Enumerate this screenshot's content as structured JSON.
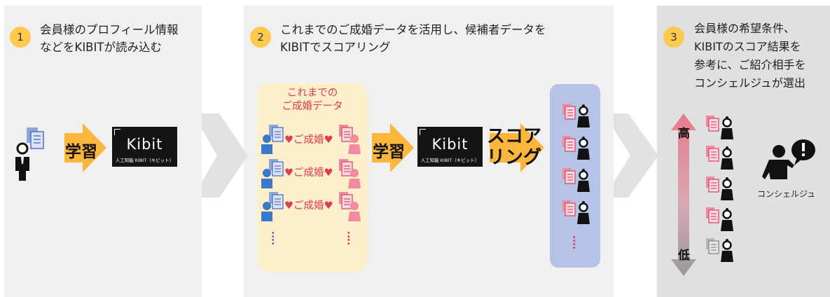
{
  "steps": [
    {
      "number": "1",
      "text_line1": "会員様のプロフィール情報",
      "text_line2": "などをKIBITが読み込む"
    },
    {
      "number": "2",
      "text_line1": "これまでのご成婚データを活用し、候補者データを",
      "text_line2": "KIBITでスコアリング"
    },
    {
      "number": "3",
      "text_line1": "会員様の希望条件、",
      "text_line2": "KIBITのスコア結果を",
      "text_line3": "参考に、ご紹介相手を",
      "text_line4": "コンシェルジュが選出"
    }
  ],
  "learn_label": "学習",
  "logo": {
    "mark": "Kibit",
    "sub": "人工知能 KIBIT（キビット）"
  },
  "past_data": {
    "title_line1": "これまでの",
    "title_line2": "ご成婚データ",
    "pair_label": "ご成婚",
    "dots": ":"
  },
  "scoring_label_line1": "スコア",
  "scoring_label_line2": "リング",
  "results_dots": ":",
  "scale": {
    "high": "高",
    "low": "低"
  },
  "concierge_label": "コンシェルジュ",
  "colors": {
    "number_circle": "#ffc94d",
    "panel_bg": "#f0f0f0",
    "panel3_bg": "#e0e0e0",
    "accent_red": "#e23a53",
    "past_box": "#fcefc9",
    "result_box": "#b4c3e6",
    "arrow_orange": "#fbb63b"
  }
}
